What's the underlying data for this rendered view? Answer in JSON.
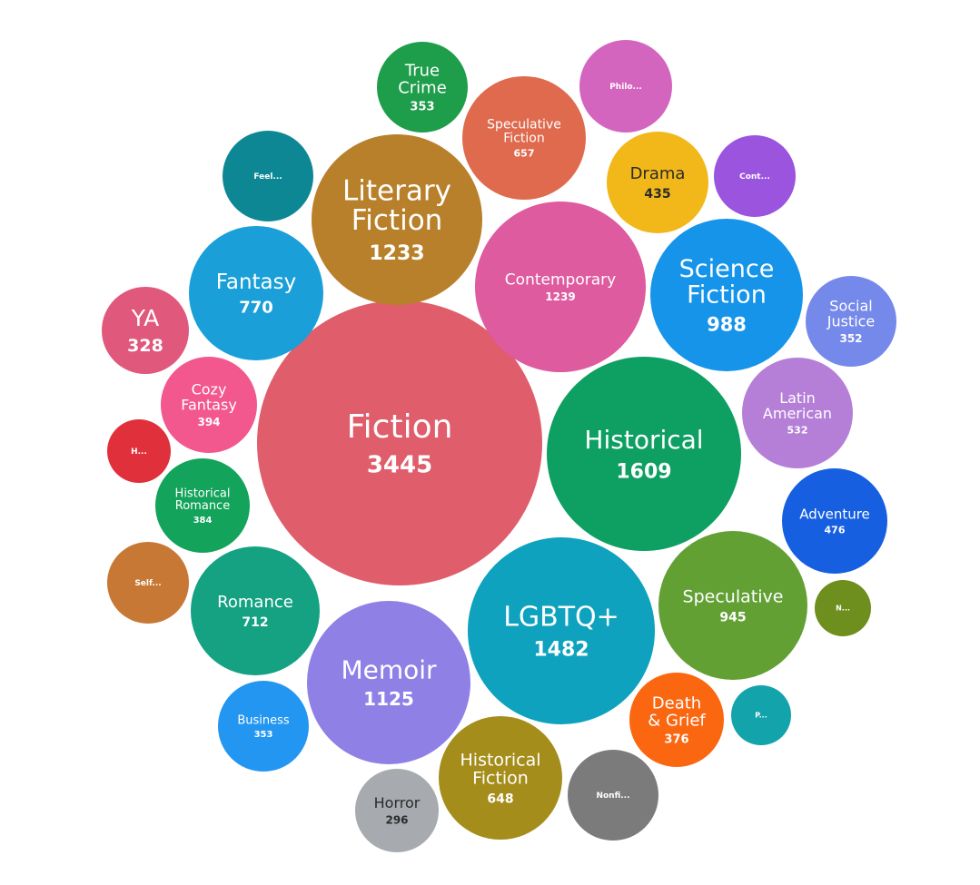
{
  "chart_data": {
    "type": "bubble",
    "bubbles": [
      {
        "name": "Fiction",
        "value": 3445,
        "display": "Fiction",
        "color": "#E05D6B"
      },
      {
        "name": "Historical",
        "value": 1609,
        "display": "Historical",
        "color": "#0E9F62"
      },
      {
        "name": "LGBTQ+",
        "value": 1482,
        "display": "LGBTQ+",
        "color": "#0EA2BE"
      },
      {
        "name": "Contemporary",
        "value": 1239,
        "display": "Contemporary",
        "color": "#DE5B9F"
      },
      {
        "name": "Literary Fiction",
        "value": 1233,
        "display": "Literary Fiction",
        "color": "#B8802A"
      },
      {
        "name": "Memoir",
        "value": 1125,
        "display": "Memoir",
        "color": "#8F80E6"
      },
      {
        "name": "Science Fiction",
        "value": 988,
        "display": "Science Fiction",
        "color": "#1594EA"
      },
      {
        "name": "Speculative",
        "value": 945,
        "display": "Speculative",
        "color": "#62A034"
      },
      {
        "name": "Fantasy",
        "value": 770,
        "display": "Fantasy",
        "color": "#1A9FD9"
      },
      {
        "name": "Romance",
        "value": 712,
        "display": "Romance",
        "color": "#14A282"
      },
      {
        "name": "Speculative Fiction",
        "value": 657,
        "display": "Speculative Fiction",
        "color": "#DF6A4E"
      },
      {
        "name": "Historical Fiction",
        "value": 648,
        "display": "Historical Fiction",
        "color": "#A48D1B"
      },
      {
        "name": "Latin American",
        "value": 532,
        "display": "Latin American",
        "color": "#B57FD8"
      },
      {
        "name": "Adventure",
        "value": 476,
        "display": "Adventure",
        "color": "#165FE0"
      },
      {
        "name": "Drama",
        "value": 435,
        "display": "Drama",
        "color": "#F2B81A"
      },
      {
        "name": "Cozy Fantasy",
        "value": 394,
        "display": "Cozy Fantasy",
        "color": "#F2578D"
      },
      {
        "name": "Historical Romance",
        "value": 384,
        "display": "Historical Romance",
        "color": "#13A35A"
      },
      {
        "name": "Death & Grief",
        "value": 376,
        "display": "Death & Grief",
        "color": "#FA6710"
      },
      {
        "name": "True Crime",
        "value": 353,
        "display": "True Crime",
        "color": "#1E9D4B"
      },
      {
        "name": "Business",
        "value": 353,
        "display": "Business",
        "color": "#2396F2"
      },
      {
        "name": "Social Justice",
        "value": 352,
        "display": "Social Justice",
        "color": "#7589EA"
      },
      {
        "name": "YA",
        "value": 328,
        "display": "YA",
        "color": "#E0587C"
      },
      {
        "name": "Horror",
        "value": 296,
        "display": "Horror",
        "color": "#A7ABAF"
      },
      {
        "name": "Philo...",
        "value": null,
        "display": "Philo...",
        "color": "#D465BE"
      },
      {
        "name": "Feel...",
        "value": null,
        "display": "Feel...",
        "color": "#0E8795"
      },
      {
        "name": "Cont...",
        "value": null,
        "display": "Cont...",
        "color": "#9A54DE"
      },
      {
        "name": "H...",
        "value": null,
        "display": "H...",
        "color": "#E0303B"
      },
      {
        "name": "Self...",
        "value": null,
        "display": "Self...",
        "color": "#C77834"
      },
      {
        "name": "N...",
        "value": null,
        "display": "N...",
        "color": "#6E8E1E"
      },
      {
        "name": "P...",
        "value": null,
        "display": "P...",
        "color": "#13A3AB"
      },
      {
        "name": "Nonfi...",
        "value": null,
        "display": "Nonfi...",
        "color": "#7B7B7B"
      }
    ]
  }
}
